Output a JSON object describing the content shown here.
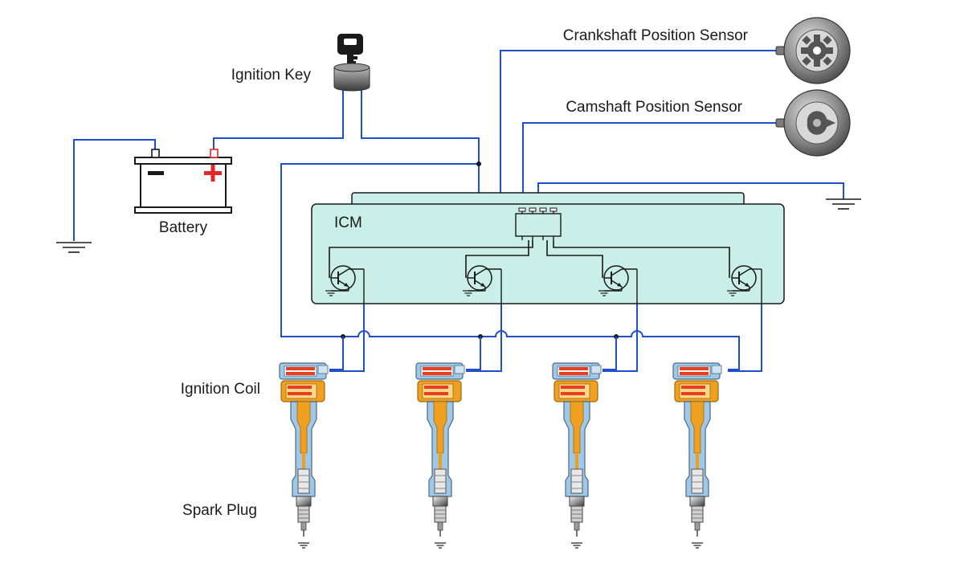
{
  "labels": {
    "ignition_key": "Ignition Key",
    "battery": "Battery",
    "battery_minus": "−",
    "battery_plus": "+",
    "crankshaft_sensor": "Crankshaft Position Sensor",
    "camshaft_sensor": "Camshaft Position Sensor",
    "icm": "ICM",
    "ignition_coil": "Ignition Coil",
    "spark_plug": "Spark Plug"
  },
  "colors": {
    "wire": "#1f4fc9",
    "icm_fill": "#c9efe8",
    "battery_plus": "#e0282e",
    "coil_red": "#e8401f",
    "coil_orange": "#f0a020",
    "coil_blue": "#7fb7e0"
  },
  "icons": [
    "ignition-key-icon",
    "battery-icon",
    "crankshaft-sensor-icon",
    "camshaft-sensor-icon",
    "ground-icon",
    "transistor-icon",
    "chip-icon",
    "ignition-coil-icon",
    "spark-plug-icon"
  ],
  "cylinders": 4
}
